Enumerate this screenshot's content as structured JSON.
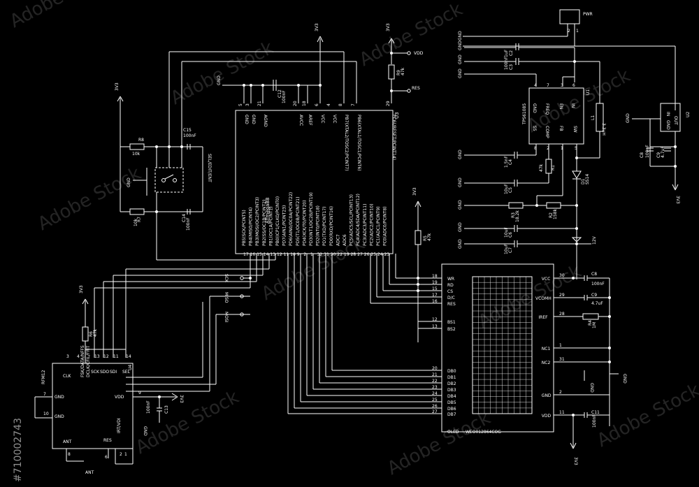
{
  "watermark": {
    "brand": "Adobe Stock",
    "id": "#710002743"
  },
  "power": {
    "v3": "3V3",
    "vdd": "VDD",
    "res": "RES",
    "gnd": "GND",
    "v12": "12V",
    "pwr": "PWR",
    "ant": "ANT"
  },
  "mcu": {
    "ref": "U3",
    "part": "ATmega88",
    "top_pins": [
      {
        "num": "5",
        "name": "GND"
      },
      {
        "num": "3",
        "name": "GND"
      },
      {
        "num": "21",
        "name": "AGND"
      },
      {
        "num": "20",
        "name": "AVCC"
      },
      {
        "num": "18",
        "name": "AREF"
      },
      {
        "num": "6",
        "name": "VCC"
      },
      {
        "num": "4",
        "name": "VCC"
      },
      {
        "num": "8",
        "name": "PB7(XTAL2/TOSC2/PCINT7)"
      },
      {
        "num": "7",
        "name": "PB6(XTAL1/TOSC1/PCINT6)"
      },
      {
        "num": "29",
        "name": "PC6(/RESET/PCINT14)"
      }
    ],
    "bottom_pins": [
      {
        "num": "17",
        "name": "PB5(SCK/PCINT5)"
      },
      {
        "num": "16",
        "name": "PB4(MISO/PCINT4)"
      },
      {
        "num": "15",
        "name": "PB3(MOSI/OC2/PCINT3)"
      },
      {
        "num": "14",
        "name": "PB2(SS/OC1B/PCINT2)"
      },
      {
        "num": "13",
        "name": "PB1(OC1A/PCINT1)"
      },
      {
        "num": "12",
        "name": "PB0(ICP1/CLKO/PCINT0)"
      },
      {
        "num": "11",
        "name": "PD7(AIN1/PCINT23)"
      },
      {
        "num": "10",
        "name": "PD6(AIN0/OC0A/PCINT22)"
      },
      {
        "num": "9",
        "name": "PD5(T1/OC0B/PCINT21)"
      },
      {
        "num": "2",
        "name": "PD4(XCK/T0/PCINT20)"
      },
      {
        "num": "1",
        "name": "PD3(INT1/OC2B/PCINT19)"
      },
      {
        "num": "32",
        "name": "PD2(INT0/PCINT18)"
      },
      {
        "num": "31",
        "name": "PD1(TXD/PCINT17)"
      },
      {
        "num": "30",
        "name": "PD0(RXD/PCINT16)"
      },
      {
        "num": "22",
        "name": "ADC7"
      },
      {
        "num": "19",
        "name": "ADC6"
      },
      {
        "num": "28",
        "name": "PC5(ADC5/SCL/PCINT13)"
      },
      {
        "num": "27",
        "name": "PC4(ADC4/SDA/PCINT12)"
      },
      {
        "num": "26",
        "name": "PC3(ADC3/PCINT11)"
      },
      {
        "num": "25",
        "name": "PC2(ADC2/PCINT10)"
      },
      {
        "num": "24",
        "name": "PC1(ADC1/PCINT9)"
      },
      {
        "num": "23",
        "name": "PC0(ADC0/PCINT8)"
      }
    ]
  },
  "regulator": {
    "ref": "U1",
    "part": "TPS61085",
    "pins": [
      {
        "num": "4",
        "name": "GND"
      },
      {
        "num": "7",
        "name": "FREQ"
      },
      {
        "num": "3",
        "name": "EN"
      },
      {
        "num": "6",
        "name": "IN"
      },
      {
        "num": "8",
        "name": "SS"
      },
      {
        "num": "2",
        "name": "COMP"
      },
      {
        "num": "1",
        "name": "FB"
      },
      {
        "num": "5",
        "name": "SW"
      }
    ]
  },
  "ldo": {
    "ref": "U2",
    "pins": [
      "IN",
      "GND",
      "OUT"
    ]
  },
  "radio": {
    "ref": "U4",
    "part": "RFM12",
    "pins_top": [
      {
        "num": "3",
        "name": "CLK"
      },
      {
        "num": "4",
        "name": "FSK/DATA/NFFS"
      },
      {
        "num": "13",
        "name": "SCK"
      },
      {
        "num": "12",
        "name": "SDO"
      },
      {
        "num": "11",
        "name": "SDI"
      },
      {
        "num": "14",
        "name": "SEL"
      }
    ],
    "pins_left": [
      {
        "num": "7",
        "name": "GND"
      },
      {
        "num": "10",
        "name": "GND"
      },
      {
        "num": "8",
        "name": "ANT"
      }
    ],
    "pins_right": [
      {
        "num": "9",
        "name": "VDD"
      },
      {
        "num": "2",
        "name": "IRT/VDI"
      },
      {
        "num": "1",
        "name": "FFIT"
      },
      {
        "num": "6",
        "name": "RES"
      }
    ],
    "extra": "DCLK/CFIL/FFIT"
  },
  "oled": {
    "label": "OLED",
    "part": "WEO012864COG",
    "left_pins": [
      {
        "num": "18",
        "name": "WR"
      },
      {
        "num": "19",
        "name": "RD"
      },
      {
        "num": "15",
        "name": "CS"
      },
      {
        "num": "17",
        "name": "D/C"
      },
      {
        "num": "16",
        "name": "RES"
      },
      {
        "num": "12",
        "name": "BS1"
      },
      {
        "num": "13",
        "name": "BS2"
      },
      {
        "num": "20",
        "name": "DB0"
      },
      {
        "num": "21",
        "name": "DB1"
      },
      {
        "num": "22",
        "name": "DB2"
      },
      {
        "num": "23",
        "name": "DB3"
      },
      {
        "num": "24",
        "name": "DB4"
      },
      {
        "num": "25",
        "name": "DB5"
      },
      {
        "num": "26",
        "name": "DB6"
      },
      {
        "num": "27",
        "name": "DB7"
      }
    ],
    "right_pins": [
      {
        "num": "30",
        "name": "VCC"
      },
      {
        "num": "29",
        "name": "VCOMH"
      },
      {
        "num": "28",
        "name": "IREF"
      },
      {
        "num": "1",
        "name": "NC1"
      },
      {
        "num": "31",
        "name": "NC2"
      },
      {
        "num": "2",
        "name": "GND"
      },
      {
        "num": "11",
        "name": "VDD"
      }
    ]
  },
  "switch": {
    "name": "SEL/EDIT/ENT"
  },
  "nets": [
    "SCK",
    "MISO",
    "MOSI"
  ],
  "components": [
    {
      "ref": "R9",
      "value": "47k"
    },
    {
      "ref": "R8",
      "value": "10k"
    },
    {
      "ref": "R7",
      "value": "10k"
    },
    {
      "ref": "R6",
      "value": "47k"
    },
    {
      "ref": "R5",
      "value": "47k"
    },
    {
      "ref": "R1",
      "value": "47k"
    },
    {
      "ref": "R3",
      "value": "18.2k"
    },
    {
      "ref": "R2",
      "value": "158k"
    },
    {
      "ref": "R4",
      "value": "1M"
    },
    {
      "ref": "C12",
      "value": "100nF"
    },
    {
      "ref": "C15",
      "value": "100nF"
    },
    {
      "ref": "C14",
      "value": "100nF"
    },
    {
      "ref": "C13",
      "value": "100nF"
    },
    {
      "ref": "C1",
      "value": "10uF"
    },
    {
      "ref": "C2",
      "value": "1uF"
    },
    {
      "ref": "C3",
      "value": "100nF"
    },
    {
      "ref": "C4",
      "value": "1.5nF"
    },
    {
      "ref": "C5",
      "value": "10uF"
    },
    {
      "ref": "C6",
      "value": "10uF"
    },
    {
      "ref": "C7",
      "value": "10uF"
    },
    {
      "ref": "C8",
      "value": "100nF"
    },
    {
      "ref": "C9",
      "value": "4.7uF"
    },
    {
      "ref": "C10",
      "value": "4.7uF"
    },
    {
      "ref": "C11",
      "value": "100nF"
    },
    {
      "ref": "L1",
      "value": "3.3uH"
    },
    {
      "ref": "D1",
      "value": "SS14"
    }
  ]
}
